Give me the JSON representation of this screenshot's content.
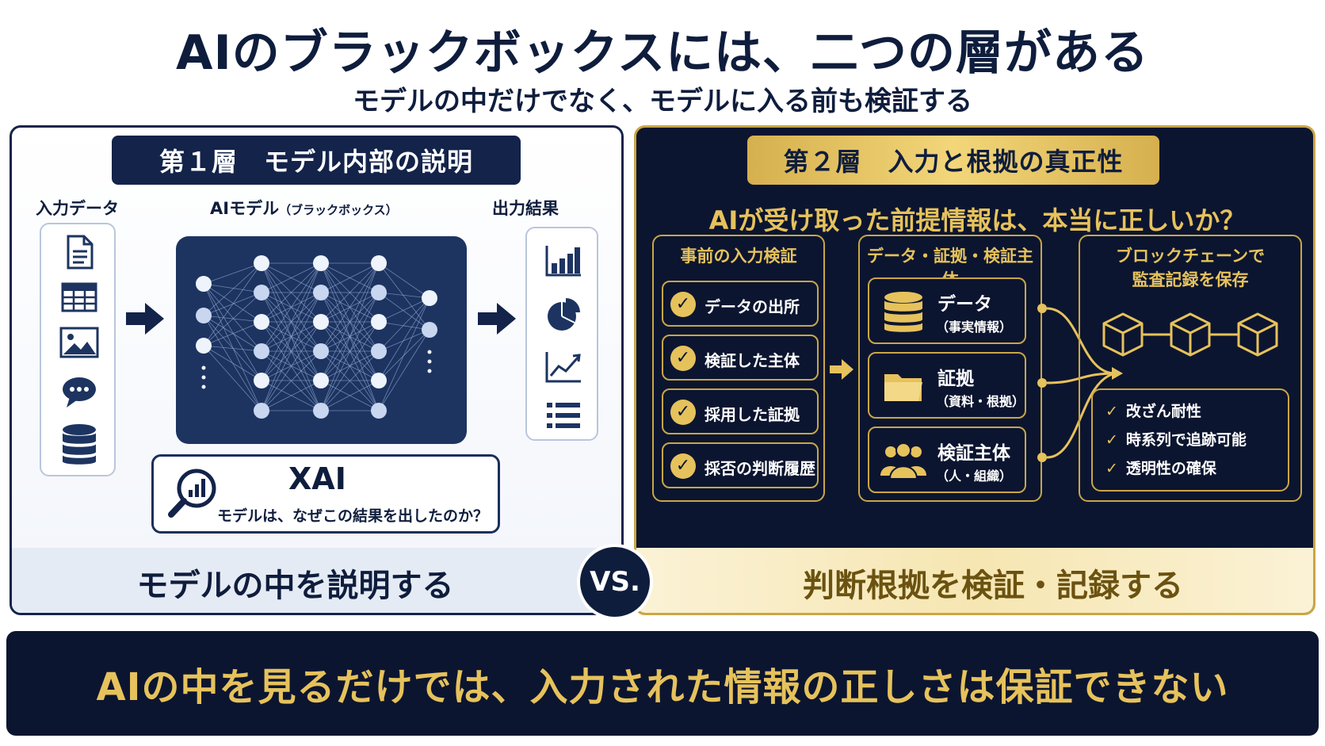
{
  "title": "AIのブラックボックスには、二つの層がある",
  "subtitle": "モデルの中だけでなく、モデルに入る前も検証する",
  "layer1": {
    "header": "第１層　モデル内部の説明",
    "input_label": "入力データ",
    "model_label": "AIモデル",
    "model_note": "（ブラックボックス）",
    "output_label": "出力結果",
    "input_icons": [
      "document-icon",
      "table-icon",
      "image-icon",
      "chat-icon",
      "database-icon"
    ],
    "output_icons": [
      "bar-chart-icon",
      "pie-chart-icon",
      "line-chart-icon",
      "list-icon"
    ],
    "xai_title": "XAI",
    "xai_question": "モデルは、なぜこの結果を出したのか？",
    "footer": "モデルの中を説明する"
  },
  "vs": "VS.",
  "layer2": {
    "header": "第２層　入力と根拠の真正性",
    "question": "AIが受け取った前提情報は、本当に正しいか？",
    "pre_check_title": "事前の入力検証",
    "checks": [
      "データの出所",
      "検証した主体",
      "採用した証拠",
      "採否の判断履歴"
    ],
    "entities_title": "データ・証拠・検証主体",
    "entities": [
      {
        "name": "データ",
        "sub": "（事実情報）",
        "icon": "database-icon"
      },
      {
        "name": "証拠",
        "sub": "（資料・根拠）",
        "icon": "folder-icon"
      },
      {
        "name": "検証主体",
        "sub": "（人・組織）",
        "icon": "people-icon"
      }
    ],
    "blockchain_title_1": "ブロックチェーンで",
    "blockchain_title_2": "監査記録を保存",
    "features": [
      "改ざん耐性",
      "時系列で追跡可能",
      "透明性の確保"
    ],
    "check_mark": "✓",
    "footer": "判断根拠を検証・記録する"
  },
  "banner": "AIの中を見るだけでは、入力された情報の正しさは保証できない",
  "colors": {
    "navy": "#0f1d3d",
    "gold": "#e6c25c",
    "model_bg": "#1d3461"
  }
}
